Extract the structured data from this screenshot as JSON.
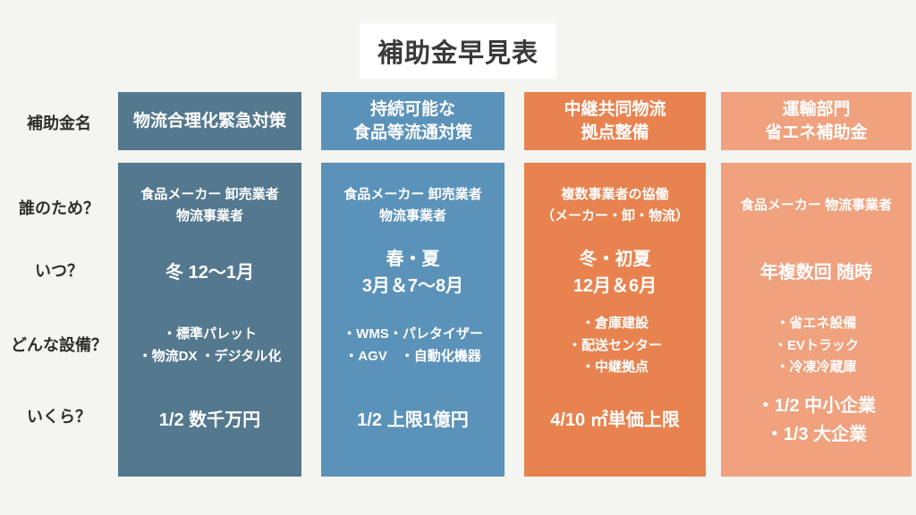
{
  "title": "補助金早見表",
  "row_labels": {
    "name": "補助金名",
    "who": "誰のため？",
    "when": "いつ？",
    "equipment": "どんな設備？",
    "amount": "いくら？"
  },
  "colors": {
    "background": "#f4f4f1",
    "title_box": "#ffffff",
    "title_text": "#3a3a3a",
    "label_text": "#2f2f2f",
    "column_text": "#ffffff",
    "column_1": "#54788e",
    "column_2": "#5b92b9",
    "column_3": "#e8834f",
    "column_4": "#f0a17d"
  },
  "columns": [
    {
      "header_lines": [
        "物流合理化緊急対策"
      ],
      "who_lines": [
        "食品メーカー 卸売業者",
        "物流事業者"
      ],
      "when_lines": [
        "冬 12〜1月"
      ],
      "equipment_lines": [
        "・標準パレット",
        "・物流DX ・デジタル化"
      ],
      "amount_lines": [
        "1/2 数千万円"
      ]
    },
    {
      "header_lines": [
        "持続可能な",
        "食品等流通対策"
      ],
      "who_lines": [
        "食品メーカー 卸売業者",
        "物流事業者"
      ],
      "when_lines": [
        "春・夏",
        "3月＆7〜8月"
      ],
      "equipment_lines": [
        "・WMS・パレタイザー",
        "・AGV　・自動化機器"
      ],
      "amount_lines": [
        "1/2 上限1億円"
      ]
    },
    {
      "header_lines": [
        "中継共同物流",
        "拠点整備"
      ],
      "who_lines": [
        "複数事業者の協働",
        "（メーカー・卸・物流）"
      ],
      "when_lines": [
        "冬・初夏",
        "12月＆6月"
      ],
      "equipment_lines": [
        "・倉庫建設",
        "・配送センター",
        "・中継拠点"
      ],
      "amount_lines": [
        "4/10 ㎡単価上限"
      ]
    },
    {
      "header_lines": [
        "運輸部門",
        "省エネ補助金"
      ],
      "who_lines": [
        "食品メーカー 物流事業者"
      ],
      "when_lines": [
        "年複数回 随時"
      ],
      "equipment_lines": [
        "・省エネ設備",
        "・EVトラック",
        "・冷凍冷蔵庫"
      ],
      "amount_lines": [
        "・1/2 中小企業",
        "・1/3 大企業"
      ]
    }
  ]
}
